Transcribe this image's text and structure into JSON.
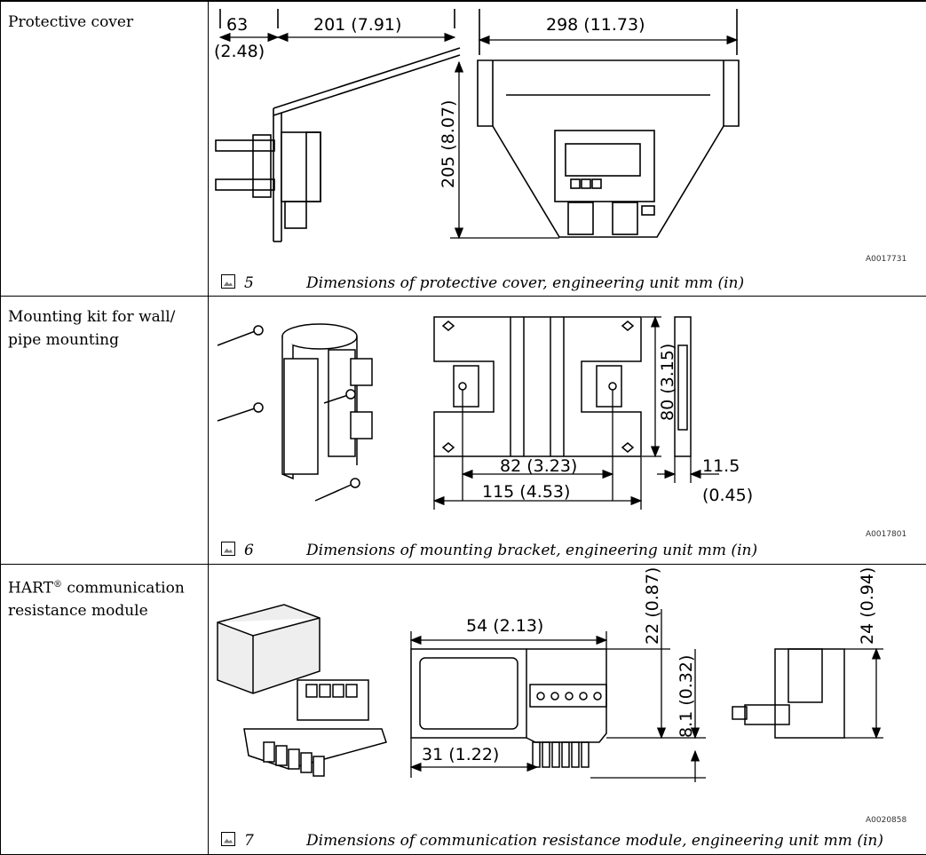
{
  "rows": [
    {
      "label": "Protective cover",
      "dims": {
        "d63": "63",
        "d63_in": "(2.48)",
        "d201": "201 (7.91)",
        "d298": "298 (11.73)",
        "d205": "205 (8.07)"
      },
      "code": "A0017731",
      "figure_number": "5",
      "caption": "Dimensions of protective cover, engineering unit mm (in)"
    },
    {
      "label_line1": "Mounting kit for wall/",
      "label_line2": "pipe mounting",
      "dims": {
        "d80": "80 (3.15)",
        "d82": "82 (3.23)",
        "d115": "115 (4.53)",
        "d11_5": "11.5",
        "d11_5_in": "(0.45)"
      },
      "code": "A0017801",
      "figure_number": "6",
      "caption": "Dimensions of mounting bracket, engineering unit mm (in)"
    },
    {
      "label_line1_main": "HART",
      "label_line1_sup": "®",
      "label_line1_rest": " communication",
      "label_line2": "resistance module",
      "dims": {
        "d54": "54 (2.13)",
        "d22": "22 (0.87)",
        "d8_1": "8.1 (0.32)",
        "d31": "31 (1.22)",
        "d24": "24 (0.94)"
      },
      "code": "A0020858",
      "figure_number": "7",
      "caption": "Dimensions of communication resistance module, engineering unit mm (in)"
    }
  ]
}
